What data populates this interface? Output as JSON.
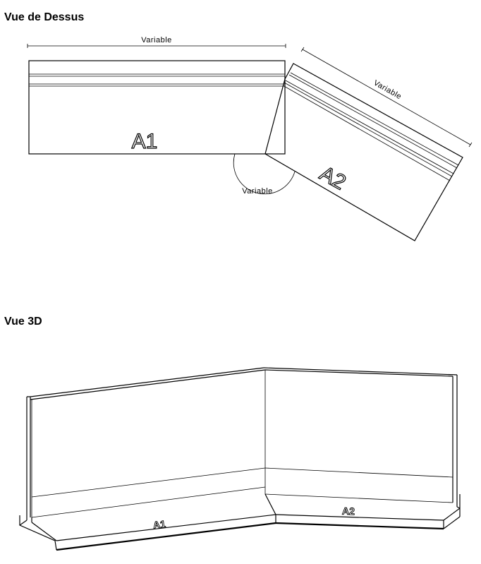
{
  "headings": {
    "top_view": "Vue de Dessus",
    "view_3d": "Vue 3D"
  },
  "top_view": {
    "length_a1_label": "Variable",
    "length_a2_label": "Variable",
    "angle_label": "Variable",
    "segment_a1": "A1",
    "segment_a2": "A2"
  },
  "view_3d": {
    "segment_a1": "A1",
    "segment_a2": "A2"
  }
}
